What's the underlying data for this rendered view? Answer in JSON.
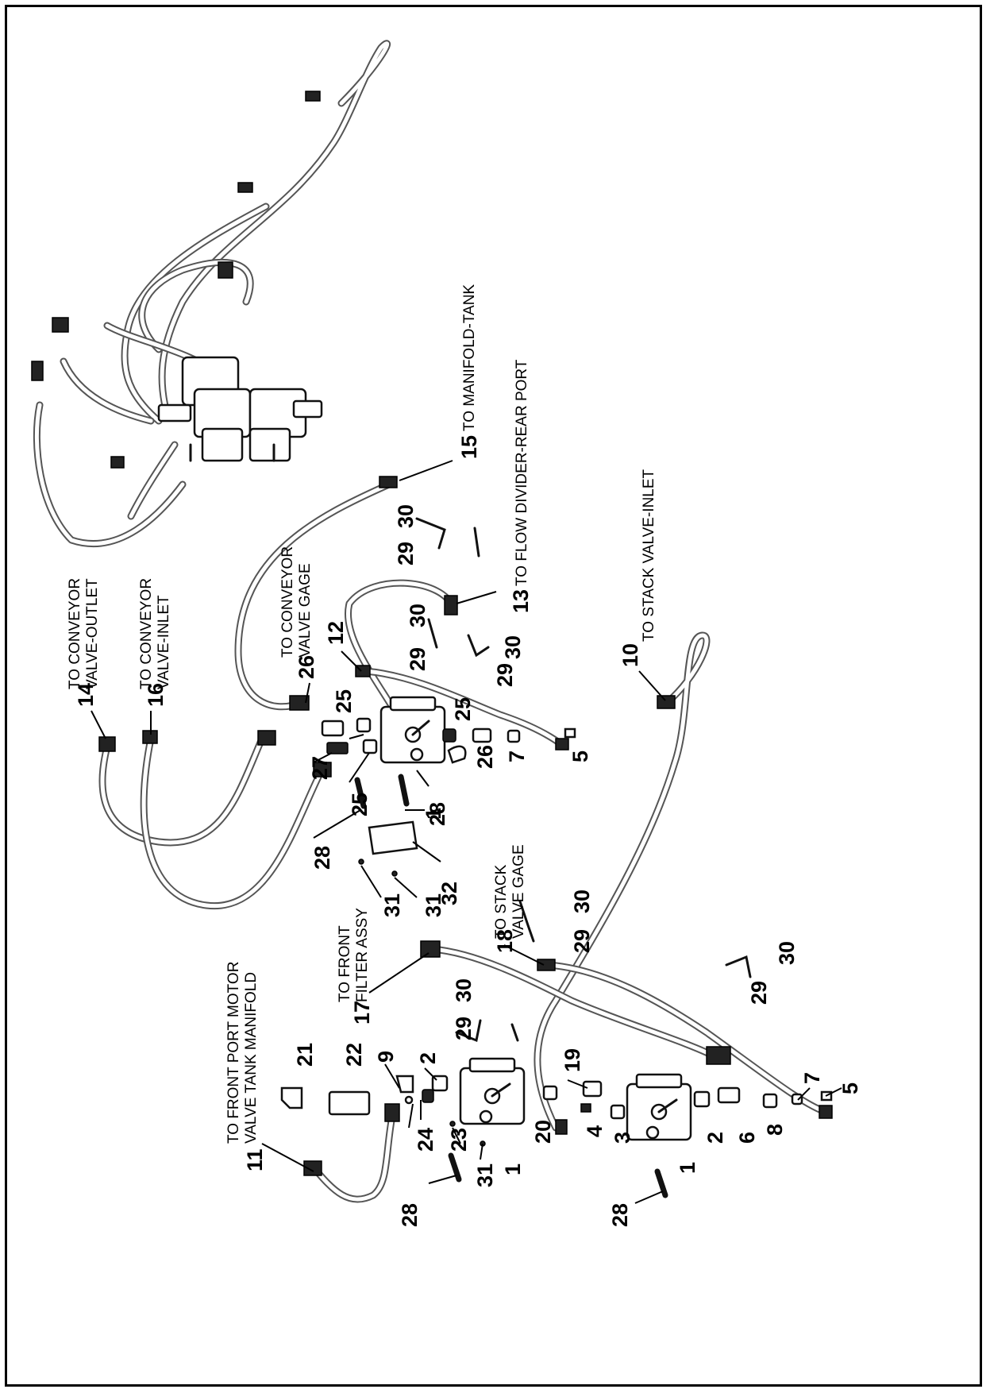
{
  "colors": {
    "border": "#000000",
    "hose": "#555555",
    "background": "#ffffff"
  },
  "callouts": {
    "c1a": "1",
    "c1b": "1",
    "c1c": "1",
    "c2a": "2",
    "c2b": "2",
    "c3": "3",
    "c4": "4",
    "c5a": "5",
    "c5b": "5",
    "c6": "6",
    "c7a": "7",
    "c7b": "7",
    "c8": "8",
    "c9": "9",
    "c10": "10",
    "c11": "11",
    "c12": "12",
    "c13": "13",
    "c14": "14",
    "c15": "15",
    "c16": "16",
    "c17": "17",
    "c18": "18",
    "c19": "19",
    "c20": "20",
    "c21": "21",
    "c22": "22",
    "c23": "23",
    "c24": "24",
    "c25a": "25",
    "c25b": "25",
    "c25c": "25",
    "c26a": "26",
    "c26b": "26",
    "c27": "27",
    "c28a": "28",
    "c28b": "28",
    "c28c": "28",
    "c28d": "28",
    "c29a": "29",
    "c29b": "29",
    "c29c": "29",
    "c29d": "29",
    "c29e": "29",
    "c29f": "29",
    "c30a": "30",
    "c30b": "30",
    "c30c": "30",
    "c30d": "30",
    "c30e": "30",
    "c30f": "30",
    "c31a": "31",
    "c31b": "31",
    "c31c": "31",
    "c32": "32"
  },
  "labels": {
    "l11a": "TO FRONT PORT MOTOR",
    "l11b": "VALVE TANK MANIFOLD",
    "l17a": "TO FRONT",
    "l17b": "FILTER ASSY",
    "l18a": "TO STACK",
    "l18b": "VALVE GAGE",
    "l14a": "TO CONVEYOR",
    "l14b": "VALVE-OUTLET",
    "l16a": "TO CONVEYOR",
    "l16b": "VALVE-INLET",
    "lgga": "TO CONVEYOR",
    "lggb": "VALVE GAGE",
    "l13": "TO FLOW DIVIDER-REAR PORT",
    "l15": "TO MANIFOLD-TANK",
    "l10": "TO STACK VALVE-INLET"
  }
}
